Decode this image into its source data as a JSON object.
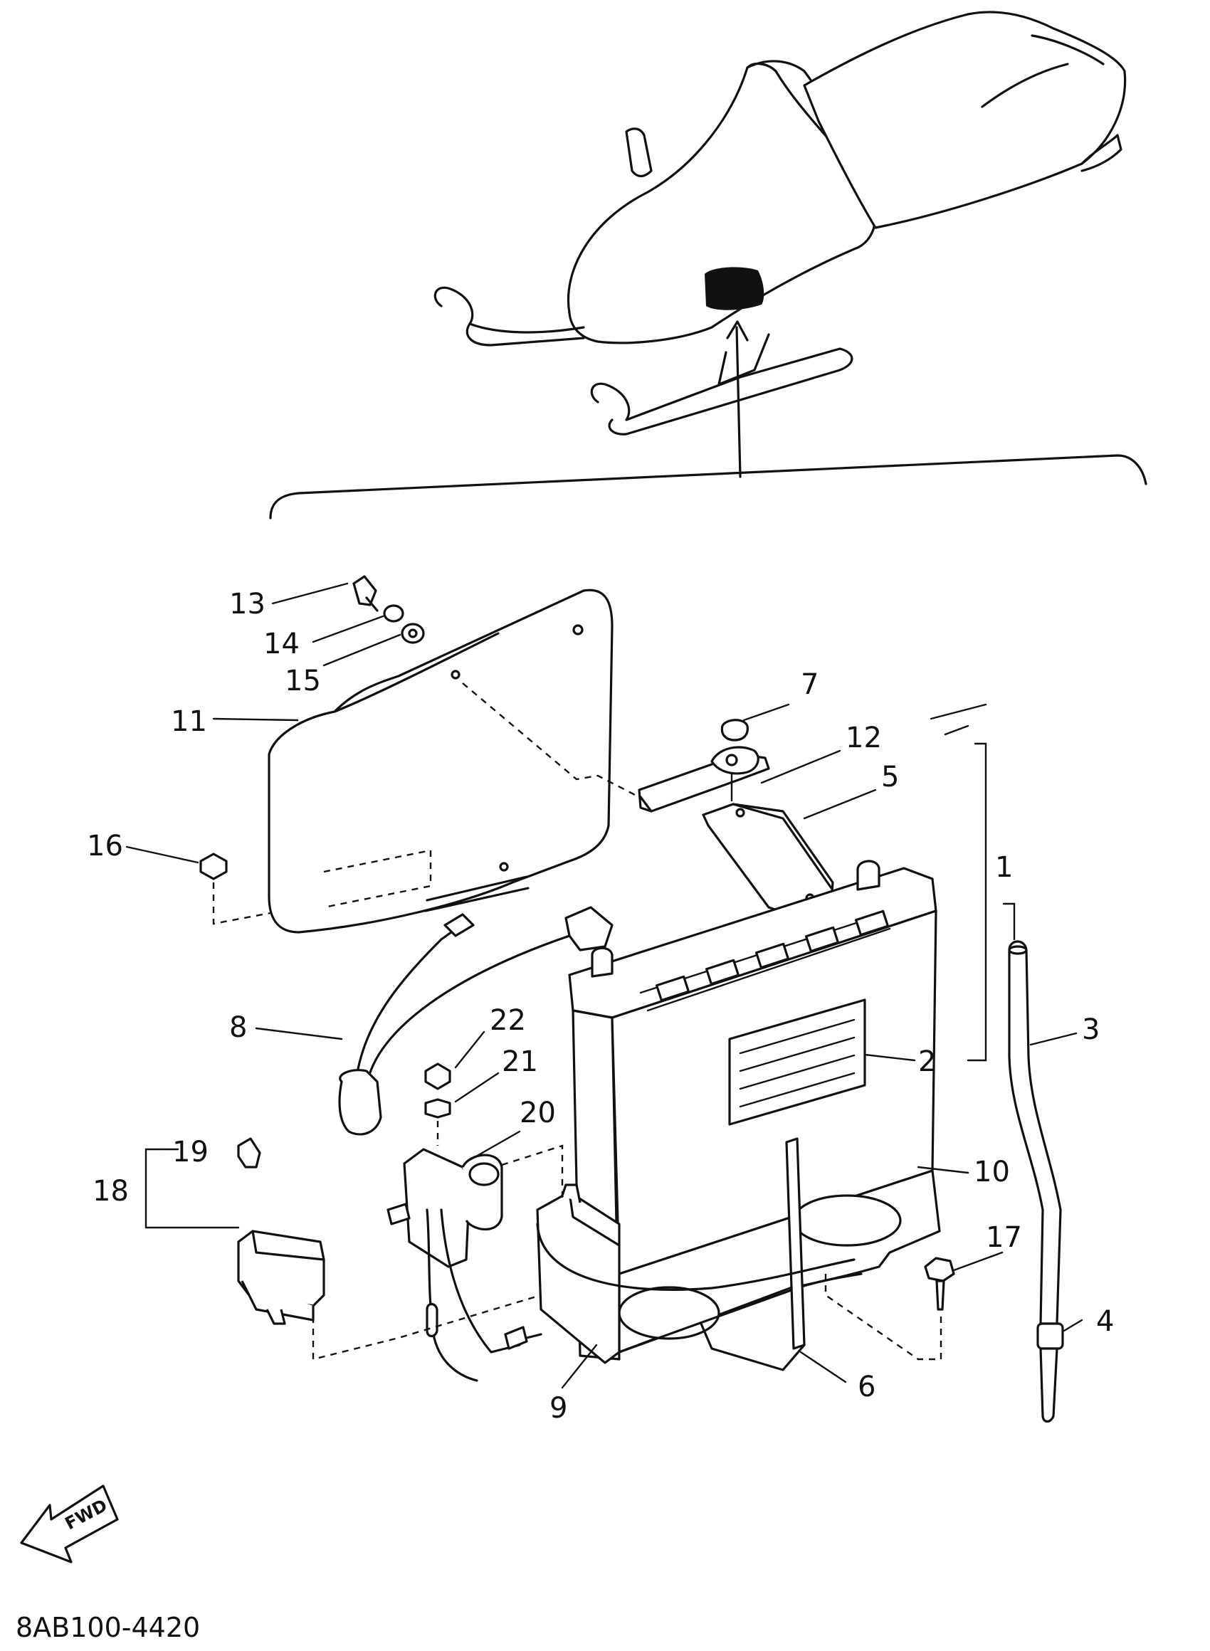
{
  "diagram": {
    "code": "8AB100-4420",
    "fwd_label": "FWD",
    "callouts": [
      "1",
      "2",
      "3",
      "4",
      "5",
      "6",
      "7",
      "8",
      "9",
      "10",
      "11",
      "12",
      "13",
      "14",
      "15",
      "16",
      "17",
      "18",
      "19",
      "20",
      "21",
      "22"
    ]
  }
}
